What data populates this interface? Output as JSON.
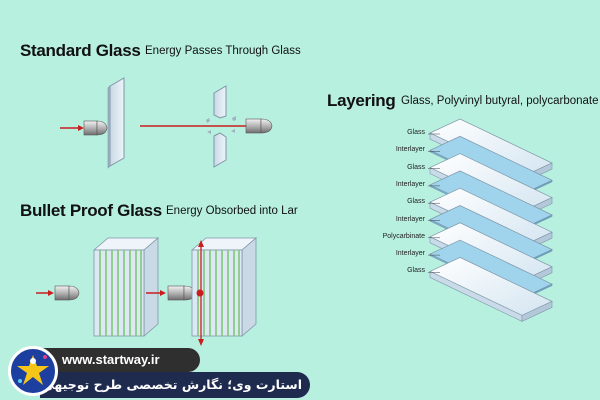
{
  "sections": {
    "standard": {
      "title": "Standard Glass",
      "subtitle": "Energy Passes Through Glass"
    },
    "bulletproof": {
      "title": "Bullet Proof Glass",
      "subtitle": "Energy Obsorbed into Lar"
    },
    "layering": {
      "title": "Layering",
      "subtitle": "Glass, Polyvinyl butyral, polycarbonate",
      "layers": [
        "Glass",
        "Interlayer",
        "Glass",
        "Interlayer",
        "Glass",
        "Interlayer",
        "Polycarbinate",
        "Interlayer",
        "Glass"
      ]
    }
  },
  "footer": {
    "url": "www.startway.ir",
    "tagline": "استارت وی؛ نگارش تخصصی طرح توجیهی"
  },
  "colors": {
    "background": "#b8f0e0",
    "arrow": "#c81e1e",
    "glass_edge": "#7e96a8",
    "glass_face": "#dde9f2",
    "glass_stripe": "#7fc67a",
    "footer_dark": "#2f2f2f",
    "footer_navy": "#1f2a4f"
  }
}
